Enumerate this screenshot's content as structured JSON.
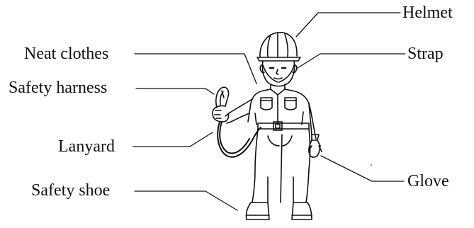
{
  "diagram": {
    "labels": {
      "helmet": "Helmet",
      "neat_clothes": "Neat clothes",
      "strap": "Strap",
      "safety_harness": "Safety harness",
      "lanyard": "Lanyard",
      "glove": "Glove",
      "safety_shoe": "Safety shoe"
    },
    "line_color": "#111111",
    "background": "#ffffff"
  }
}
